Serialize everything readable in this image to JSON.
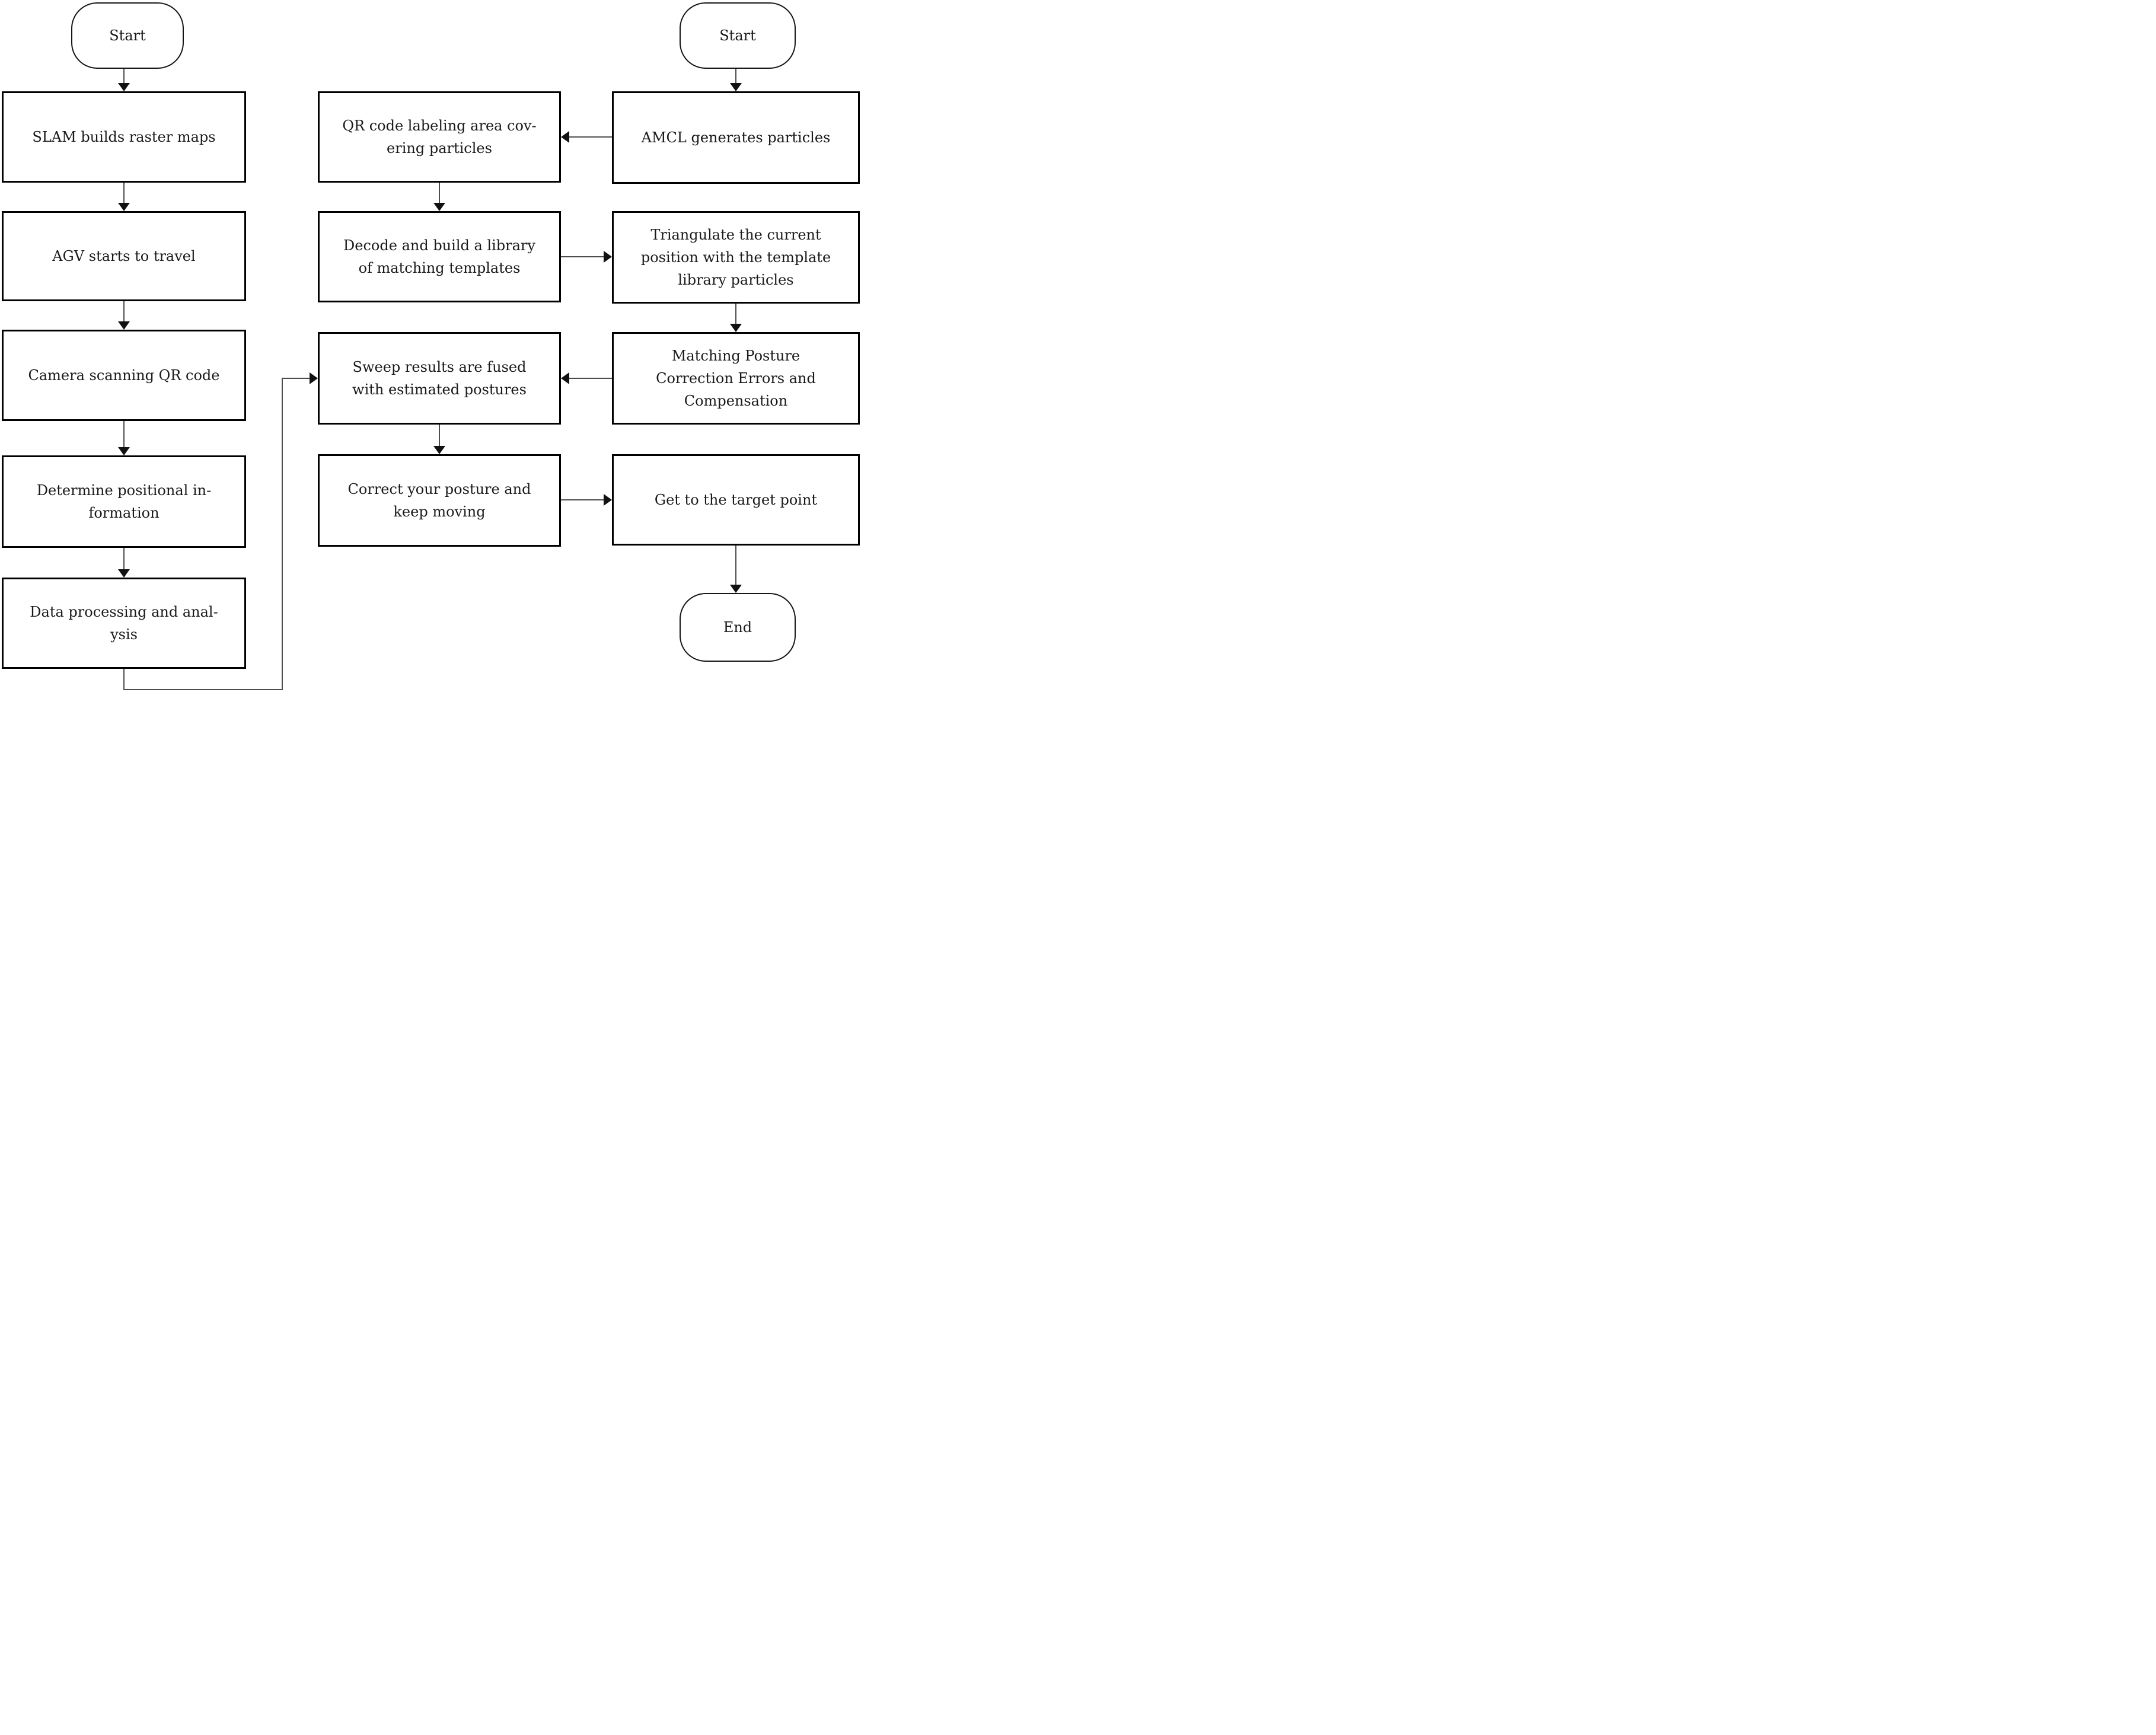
{
  "nodes": {
    "start_left": {
      "label": "Start",
      "shape": "terminator"
    },
    "slam": {
      "label": "SLAM builds raster maps",
      "shape": "process"
    },
    "agv": {
      "label": "AGV starts to travel",
      "shape": "process"
    },
    "camera": {
      "label": "Camera scanning QR code",
      "shape": "process"
    },
    "determine": {
      "label": "Determine positional in-\nformation",
      "shape": "process"
    },
    "data_processing": {
      "label": "Data processing and anal-\nysis",
      "shape": "process"
    },
    "qr_labeling": {
      "label": "QR code labeling area cov-\nering particles",
      "shape": "process"
    },
    "decode": {
      "label": "Decode and build a library\nof matching templates",
      "shape": "process"
    },
    "sweep": {
      "label": "Sweep results are fused\nwith estimated postures",
      "shape": "process"
    },
    "correct": {
      "label": "Correct your posture and\nkeep moving",
      "shape": "process"
    },
    "start_right": {
      "label": "Start",
      "shape": "terminator"
    },
    "amcl": {
      "label": "AMCL generates particles",
      "shape": "process"
    },
    "triangulate": {
      "label": "Triangulate the current\nposition with the template\nlibrary particles",
      "shape": "process"
    },
    "matching": {
      "label": "Matching Posture\nCorrection Errors and\nCompensation",
      "shape": "process"
    },
    "target": {
      "label": "Get to the target point",
      "shape": "process"
    },
    "end": {
      "label": "End",
      "shape": "terminator"
    }
  },
  "edges": [
    {
      "from": "start_left",
      "to": "slam"
    },
    {
      "from": "slam",
      "to": "agv"
    },
    {
      "from": "agv",
      "to": "camera"
    },
    {
      "from": "camera",
      "to": "determine"
    },
    {
      "from": "determine",
      "to": "data_processing"
    },
    {
      "from": "data_processing",
      "to": "sweep"
    },
    {
      "from": "qr_labeling",
      "to": "decode"
    },
    {
      "from": "decode",
      "to": "triangulate"
    },
    {
      "from": "amcl",
      "to": "qr_labeling"
    },
    {
      "from": "start_right",
      "to": "amcl"
    },
    {
      "from": "triangulate",
      "to": "matching"
    },
    {
      "from": "matching",
      "to": "sweep"
    },
    {
      "from": "sweep",
      "to": "correct"
    },
    {
      "from": "correct",
      "to": "target"
    },
    {
      "from": "target",
      "to": "end"
    }
  ],
  "colors": {
    "background": "#ffffff",
    "box_border": "#000000",
    "text": "#1a1a1a",
    "connector": "#4d4d4d",
    "arrowhead": "#111111"
  }
}
